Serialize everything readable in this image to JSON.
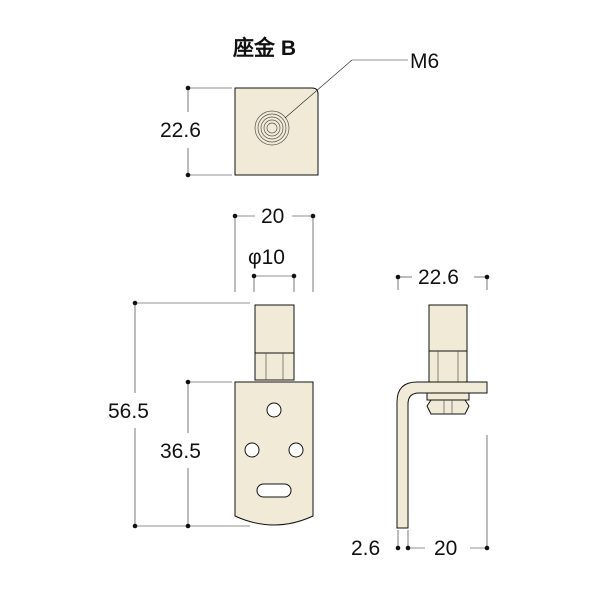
{
  "title": "座金 B",
  "labels": {
    "thread": "M6",
    "washer_height": "22.6",
    "width_20": "20",
    "phi_10": "φ10",
    "overall_height": "56.5",
    "plate_height": "36.5",
    "side_width": "22.6",
    "thickness": "2.6",
    "side_depth": "20"
  },
  "colors": {
    "part_fill": "#f1ead6",
    "line": "#111111"
  }
}
